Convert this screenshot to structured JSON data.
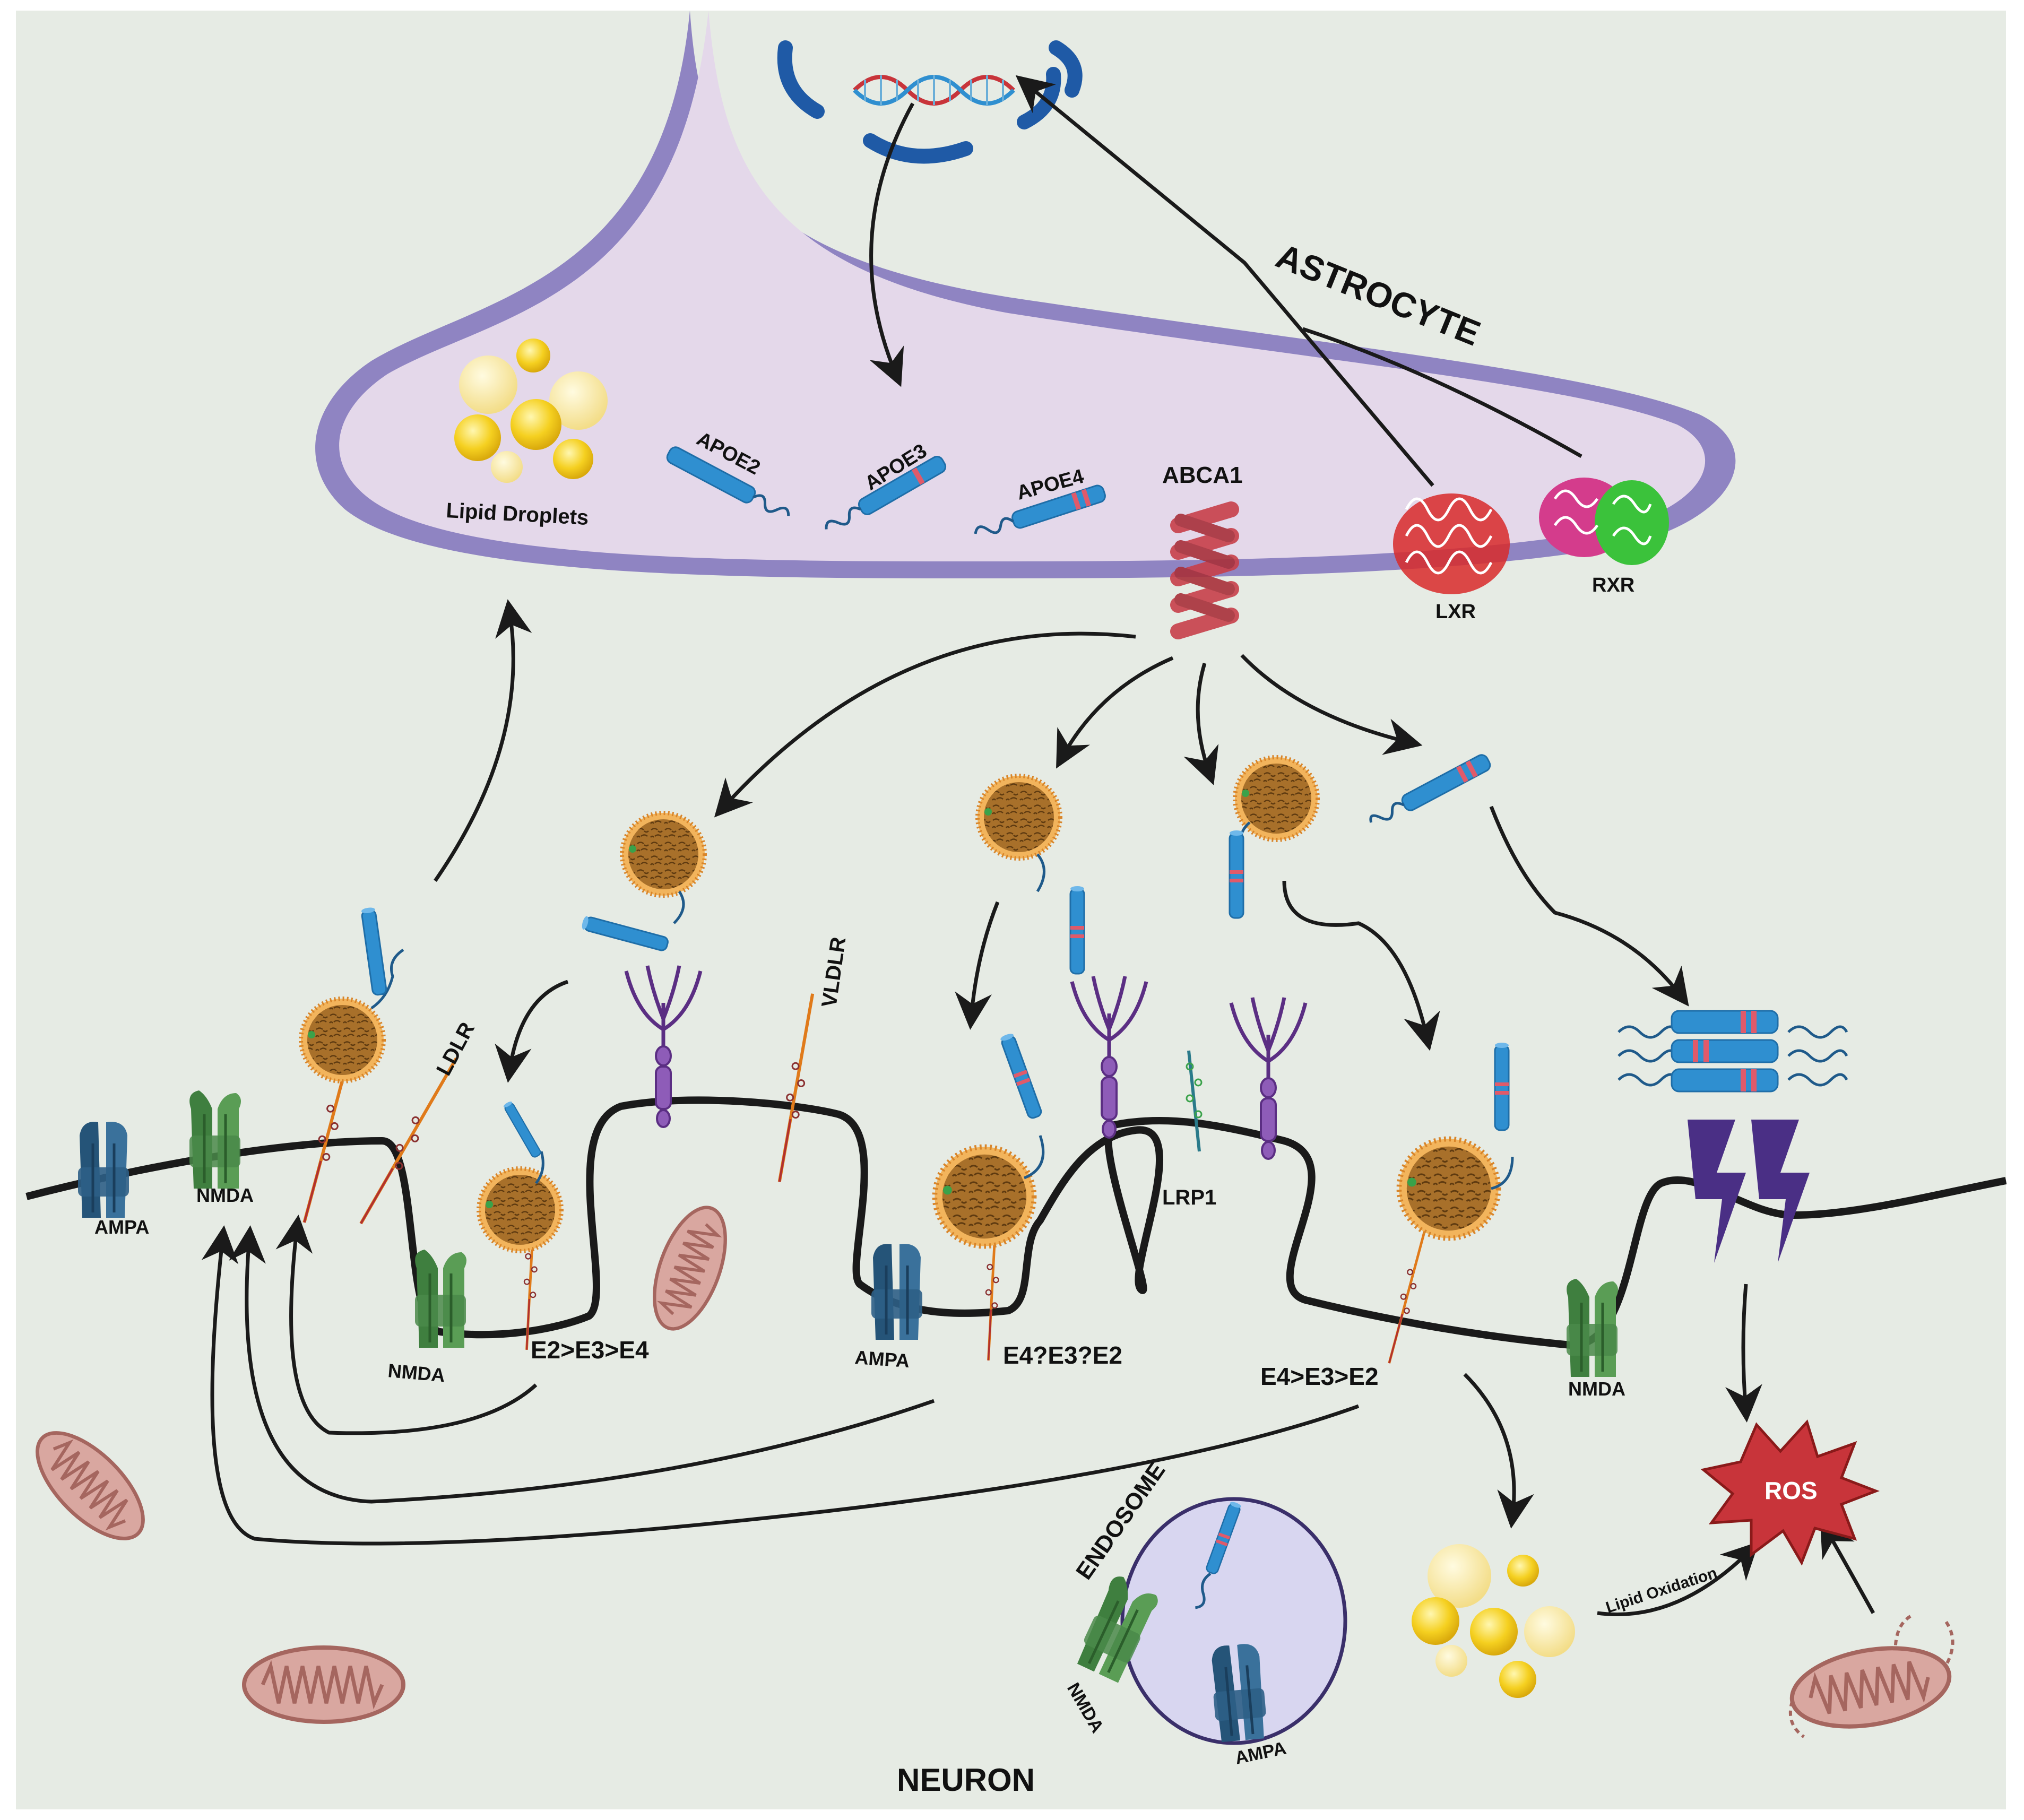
{
  "colors": {
    "background": "#e6ebe4",
    "astrocyte_fill": "#e4d8ea",
    "astrocyte_membrane": "#8f84c2",
    "apoe_blue": "#2f8fd0",
    "apoe_stripe": "#e05a6a",
    "lipoprotein_core": "#b07a2a",
    "lipoprotein_shell": "#e8962e",
    "lipid_yellow": "#f5d020",
    "nmda_green": "#4a8a4a",
    "ampa_blue": "#2e5f86",
    "receptor_purple": "#6a3c90",
    "mito_pink": "#d9a7a0",
    "ros_red": "#c8343a",
    "lightning_purple": "#4a2f85",
    "endosome_fill": "#d8d6f0",
    "membrane_black": "#1a1a1a"
  },
  "labels": {
    "astrocyte": "ASTROCYTE",
    "neuron": "NEURON",
    "lipid_droplets": "Lipid Droplets",
    "apoe2": "APOE2",
    "apoe3": "APOE3",
    "apoe4": "APOE4",
    "abca1": "ABCA1",
    "lxr": "LXR",
    "rxr": "RXR",
    "ldlr": "LDLR",
    "vldlr": "VLDLR",
    "lrp1": "LRP1",
    "ampa": "AMPA",
    "nmda": "NMDA",
    "order_ldlr": "E2>E3>E4",
    "order_vldlr": "E4?E3?E2",
    "order_lrp1": "E4>E3>E2",
    "endosome": "ENDOSOME",
    "ros": "ROS",
    "lipid_oxidation": "Lipid Oxidation"
  },
  "icons": {
    "dna": "dna-helix-icon",
    "nucleus": "nuclear-envelope-icon",
    "mitochondrion": "mitochondrion-icon",
    "lightning": "lightning-bolt-icon",
    "ros": "ros-starburst-icon"
  }
}
